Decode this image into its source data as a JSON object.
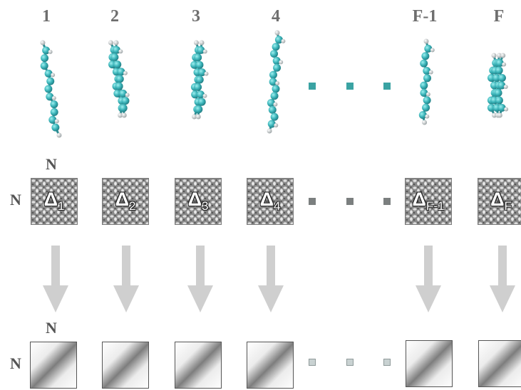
{
  "frames": [
    {
      "label": "1",
      "delta_sub": "1"
    },
    {
      "label": "2",
      "delta_sub": "2"
    },
    {
      "label": "3",
      "delta_sub": "3"
    },
    {
      "label": "4",
      "delta_sub": "4"
    },
    {
      "label": "F-1",
      "delta_sub": "F-1"
    },
    {
      "label": "F",
      "delta_sub": "F"
    }
  ],
  "delta_symbol": "Δ",
  "dim_label": "N",
  "colors": {
    "carbon": "#3ab3b8",
    "hydrogen": "#e8ecec",
    "arrow": "#cfcfcf",
    "label": "#6e6e6e",
    "dot_molecule": "#3aa3a3",
    "dot_matrix": "#7b7f7f"
  }
}
